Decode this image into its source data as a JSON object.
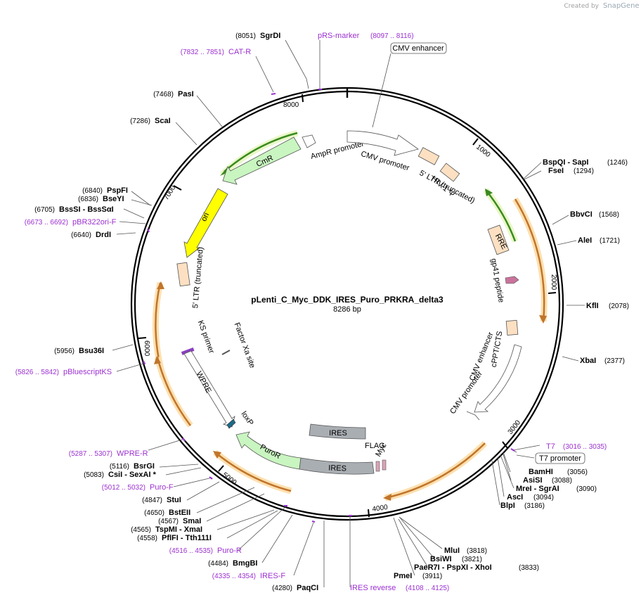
{
  "credit": {
    "created_by": "Created by",
    "brand": "SnapGene"
  },
  "plasmid": {
    "name": "pLenti_C_Myc_DDK_IRES_Puro_PRKRA_delta3",
    "length_label": "8286 bp"
  },
  "ticks": {
    "t1000": "1000",
    "t2000": "2000",
    "t3000": "3000",
    "t4000": "4000",
    "t5000": "5000",
    "t6000": "6000",
    "t7000": "7000",
    "t8000": "8000"
  },
  "features": {
    "cmr": "CmR",
    "ampr_promoter": "AmpR promoter",
    "ori": "ori",
    "ltr_left": "5' LTR (truncated)",
    "ks_primer": "KS primer",
    "factor_xa": "Factor Xa site",
    "wpre": "WPRE",
    "loxp": "loxP",
    "puror": "PuroR",
    "ires_lower": "IRES",
    "ires_upper": "IRES",
    "flag": "FLAG",
    "myc": "Myc",
    "cmv_promoter": "CMV promoter",
    "ltr_top": "5' LTR (truncated)",
    "hiv1_psi": "HIV-1 Ψ",
    "rre": "RRE",
    "gp41_peptide": "gp41 peptide",
    "cppt_cts": "cPPT/CTS",
    "cmv_enhancer_right": "CMV enhancer",
    "cmv_promoter_right": "CMV promoter",
    "cmv_enhancer_top": "CMV enhancer",
    "t7_promoter": "T7 promoter"
  },
  "enzymes": {
    "sgrdi": {
      "name": "SgrDI",
      "pos": "(8051)"
    },
    "pasi": {
      "name": "PasI",
      "pos": "(7468)"
    },
    "scai": {
      "name": "ScaI",
      "pos": "(7286)"
    },
    "pspfi": {
      "name": "PspFI",
      "pos": "(6840)"
    },
    "bseyi": {
      "name": "BseYI",
      "pos": "(6836)"
    },
    "bsssi": {
      "name": "BssSI  - BssSαI",
      "pos": "(6705)"
    },
    "drdi": {
      "name": "DrdI",
      "pos": "(6640)"
    },
    "bsu36i": {
      "name": "Bsu36I",
      "pos": "(5956)"
    },
    "bsrgi": {
      "name": "BsrGI",
      "pos": "(5116)"
    },
    "csii": {
      "name": "CsiI  - SexAI *",
      "pos": "(5083)"
    },
    "stui": {
      "name": "StuI",
      "pos": "(4847)"
    },
    "bsteii": {
      "name": "BstEII",
      "pos": "(4650)"
    },
    "smai": {
      "name": "SmaI",
      "pos": "(4567)"
    },
    "tspmi": {
      "name": "TspMI  - XmaI",
      "pos": "(4565)"
    },
    "pflfi": {
      "name": "PflFI  - Tth111I",
      "pos": "(4558)"
    },
    "bmgbi": {
      "name": "BmgBI",
      "pos": "(4484)"
    },
    "paqci": {
      "name": "PaqCI",
      "pos": "(4280)"
    },
    "bspqi": {
      "name": "BspQI  - SapI",
      "pos": "(1246)"
    },
    "fsei": {
      "name": "FseI",
      "pos": "(1294)"
    },
    "bbvci": {
      "name": "BbvCI",
      "pos": "(1568)"
    },
    "alei": {
      "name": "AleI",
      "pos": "(1721)"
    },
    "kfli": {
      "name": "KflI",
      "pos": "(2078)"
    },
    "xbai": {
      "name": "XbaI",
      "pos": "(2377)"
    },
    "bamhi": {
      "name": "BamHI",
      "pos": "(3056)"
    },
    "asisi": {
      "name": "AsiSI",
      "pos": "(3088)"
    },
    "mrei": {
      "name": "MreI  - SgrAI",
      "pos": "(3090)"
    },
    "asci": {
      "name": "AscI",
      "pos": "(3094)"
    },
    "blpi": {
      "name": "BlpI",
      "pos": "(3186)"
    },
    "mlui": {
      "name": "MluI",
      "pos": "(3818)"
    },
    "bsiwi": {
      "name": "BsiWI",
      "pos": "(3821)"
    },
    "paer7i": {
      "name": "PaeR7I  - PspXI  - XhoI",
      "pos": "(3833)"
    },
    "pmei": {
      "name": "PmeI",
      "pos": "(3911)"
    }
  },
  "primers": {
    "prs_marker": {
      "name": "pRS-marker",
      "pos": "(8097 .. 8116)"
    },
    "cat_r": {
      "name": "CAT-R",
      "pos": "(7832 .. 7851)"
    },
    "pbr322ori_f": {
      "name": "pBR322ori-F",
      "pos": "(6673 .. 6692)"
    },
    "pbluescriptks": {
      "name": "pBluescriptKS",
      "pos": "(5826 .. 5842)"
    },
    "wpre_r": {
      "name": "WPRE-R",
      "pos": "(5287 .. 5307)"
    },
    "puro_f": {
      "name": "Puro-F",
      "pos": "(5012 .. 5032)"
    },
    "puro_r": {
      "name": "Puro-R",
      "pos": "(4516 .. 4535)"
    },
    "ires_f": {
      "name": "IRES-F",
      "pos": "(4335 .. 4354)"
    },
    "ires_reverse": {
      "name": "IRES reverse",
      "pos": "(4108 .. 4125)"
    },
    "t7": {
      "name": "T7",
      "pos": "(3016 .. 3035)"
    }
  }
}
